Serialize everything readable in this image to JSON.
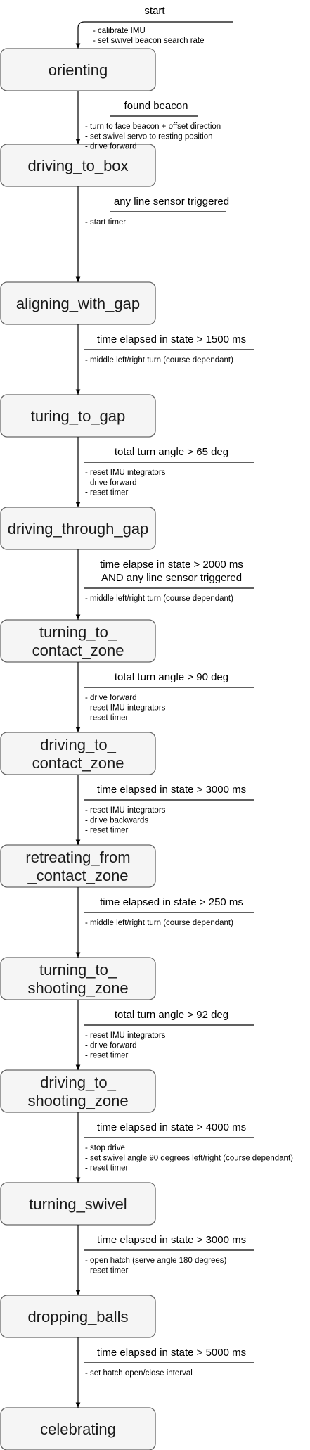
{
  "start": {
    "label": "start",
    "actions": [
      "- calibrate IMU",
      "- set swivel beacon search rate"
    ]
  },
  "states": [
    {
      "id": "orienting",
      "lines": [
        "orienting"
      ]
    },
    {
      "id": "driving_to_box",
      "lines": [
        "driving_to_box"
      ]
    },
    {
      "id": "aligning_with_gap",
      "lines": [
        "aligning_with_gap"
      ]
    },
    {
      "id": "turing_to_gap",
      "lines": [
        "turing_to_gap"
      ]
    },
    {
      "id": "driving_through_gap",
      "lines": [
        "driving_through_gap"
      ]
    },
    {
      "id": "turning_to_contact_zone",
      "lines": [
        "turning_to_",
        "contact_zone"
      ]
    },
    {
      "id": "driving_to_contact_zone",
      "lines": [
        "driving_to_",
        "contact_zone"
      ]
    },
    {
      "id": "retreating_from_contact_zone",
      "lines": [
        "retreating_from",
        "_contact_zone"
      ]
    },
    {
      "id": "turning_to_shooting_zone",
      "lines": [
        "turning_to_",
        "shooting_zone"
      ]
    },
    {
      "id": "driving_to_shooting_zone",
      "lines": [
        "driving_to_",
        "shooting_zone"
      ]
    },
    {
      "id": "turning_swivel",
      "lines": [
        "turning_swivel"
      ]
    },
    {
      "id": "dropping_balls",
      "lines": [
        "dropping_balls"
      ]
    },
    {
      "id": "celebrating",
      "lines": [
        "celebrating"
      ]
    }
  ],
  "transitions": [
    {
      "condition": [
        "found beacon"
      ],
      "actions": [
        "- turn to face beacon + offset direction",
        "- set swivel servo to resting position",
        "- drive forward"
      ]
    },
    {
      "condition": [
        "any line sensor triggered"
      ],
      "actions": [
        "- start timer"
      ]
    },
    {
      "condition": [
        "time elapsed in state > 1500 ms"
      ],
      "actions": [
        "- middle left/right turn (course dependant)"
      ]
    },
    {
      "condition": [
        "total turn angle > 65 deg"
      ],
      "actions": [
        "- reset IMU integrators",
        "- drive forward",
        "- reset timer"
      ]
    },
    {
      "condition": [
        "time elapse in state > 2000 ms",
        "AND any line sensor triggered"
      ],
      "actions": [
        "- middle left/right turn (course dependant)"
      ]
    },
    {
      "condition": [
        "total turn angle > 90 deg"
      ],
      "actions": [
        "- drive forward",
        "- reset IMU integrators",
        "- reset timer"
      ]
    },
    {
      "condition": [
        "time elapsed in state > 3000 ms"
      ],
      "actions": [
        "- reset IMU integrators",
        "- drive backwards",
        "- reset timer"
      ]
    },
    {
      "condition": [
        "time elapsed in state > 250 ms"
      ],
      "actions": [
        "- middle left/right turn (course dependant)"
      ]
    },
    {
      "condition": [
        "total turn angle > 92 deg"
      ],
      "actions": [
        "- reset IMU integrators",
        "- drive forward",
        "- reset timer"
      ]
    },
    {
      "condition": [
        "time elapsed in state > 4000 ms"
      ],
      "actions": [
        "- stop drive",
        "- set swivel angle 90 degrees left/right (course dependant)",
        "- reset timer"
      ]
    },
    {
      "condition": [
        "time elapsed in state > 3000 ms"
      ],
      "actions": [
        "- open hatch (serve angle 180 degrees)",
        "- reset timer"
      ]
    },
    {
      "condition": [
        "time elapsed in state > 5000 ms"
      ],
      "actions": [
        "- set hatch open/close interval"
      ]
    }
  ]
}
